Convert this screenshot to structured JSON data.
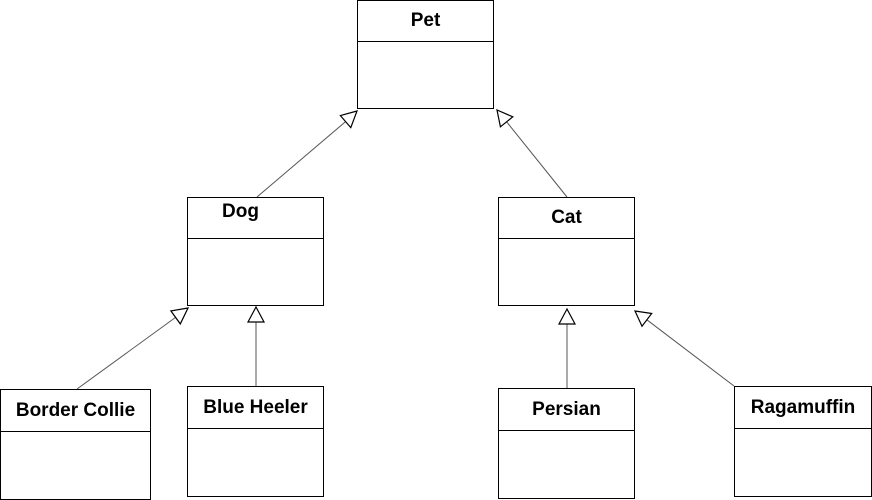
{
  "classes": {
    "pet": {
      "name": "Pet"
    },
    "dog": {
      "name": "Dog"
    },
    "cat": {
      "name": "Cat"
    },
    "border_collie": {
      "name": "Border Collie"
    },
    "blue_heeler": {
      "name": "Blue Heeler"
    },
    "persian": {
      "name": "Persian"
    },
    "ragamuffin": {
      "name": "Ragamuffin"
    }
  },
  "relationships": [
    {
      "type": "generalization",
      "child": "Dog",
      "parent": "Pet"
    },
    {
      "type": "generalization",
      "child": "Cat",
      "parent": "Pet"
    },
    {
      "type": "generalization",
      "child": "Border Collie",
      "parent": "Dog"
    },
    {
      "type": "generalization",
      "child": "Blue Heeler",
      "parent": "Dog"
    },
    {
      "type": "generalization",
      "child": "Persian",
      "parent": "Cat"
    },
    {
      "type": "generalization",
      "child": "Ragamuffin",
      "parent": "Cat"
    }
  ],
  "colors": {
    "line": "#000000",
    "background": "#ffffff"
  }
}
